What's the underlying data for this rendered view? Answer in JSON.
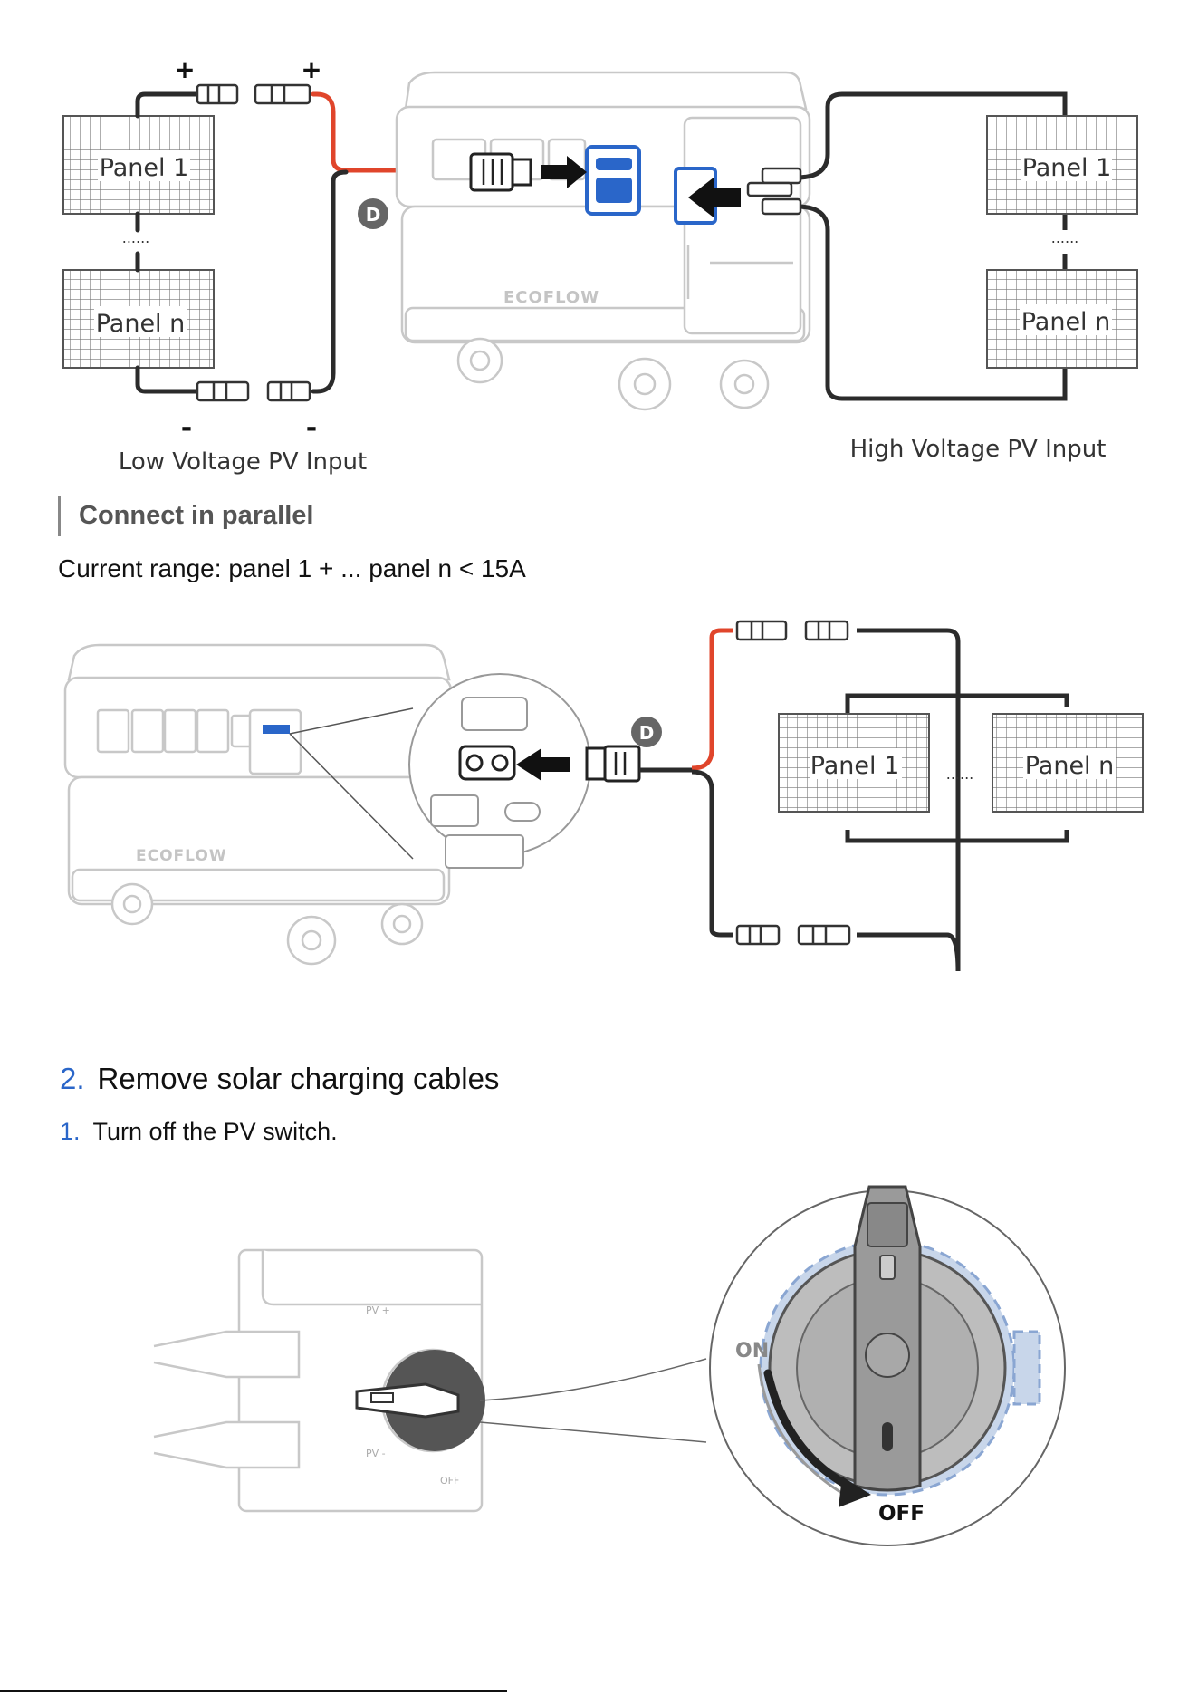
{
  "diagram1": {
    "left_panels": [
      "Panel 1",
      "Panel n"
    ],
    "right_panels": [
      "Panel 1",
      "Panel n"
    ],
    "dots": "......",
    "plus": "+",
    "minus": "-",
    "connector_badge": "D",
    "brand": "ECOFLOW",
    "low_caption": "Low Voltage PV Input",
    "high_caption": "High Voltage PV Input"
  },
  "section": {
    "title": "Connect in parallel",
    "current_range": "Current range: panel 1 + ... panel n < 15A"
  },
  "diagram2": {
    "panels": [
      "Panel 1",
      "Panel n"
    ],
    "dots": "......",
    "connector_badge": "D",
    "brand": "ECOFLOW"
  },
  "step2": {
    "number": "2.",
    "title": "Remove solar charging cables"
  },
  "substep1": {
    "number": "1.",
    "text": "Turn off the PV switch."
  },
  "diagram3": {
    "pv_plus": "PV +",
    "pv_minus": "PV -",
    "off_small": "OFF",
    "on_label": "ON",
    "off_label": "OFF"
  },
  "colors": {
    "accent_blue": "#2a66c9",
    "positive_red": "#e0452b",
    "cable": "#2b2b2b",
    "device_gray": "#c8c8c8"
  }
}
